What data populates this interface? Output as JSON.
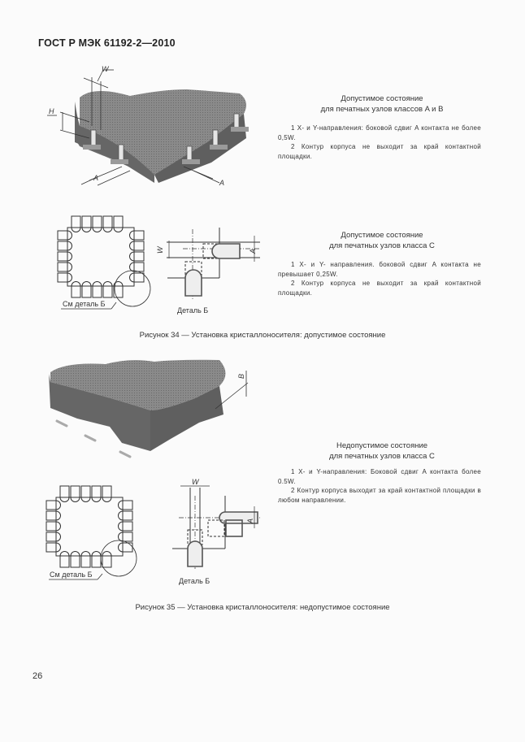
{
  "header": {
    "standard": "ГОСТ Р МЭК 61192-2—2010"
  },
  "figure34": {
    "block1": {
      "title_line1": "Допустимое состояние",
      "title_line2": "для печатных узлов классов A и B",
      "note1": "1 X- и Y-направления: боковой сдвиг A контакта не более 0,5W.",
      "note2": "2 Контур корпуса не выходит за край контактной площадки."
    },
    "block2": {
      "title_line1": "Допустимое состояние",
      "title_line2": "для печатных узлов класса C",
      "note1": "1 X- и Y- направления. боковой сдвиг A контакта не превышает 0,25W.",
      "note2": "2 Контур корпуса не выходит за край контактной площадки."
    },
    "diagram_labels": {
      "w": "W",
      "h": "H",
      "a": "A",
      "see_detail": "См деталь Б",
      "detail": "Деталь Б"
    },
    "caption": "Рисунок 34 — Установка кристаллоносителя: допустимое состояние"
  },
  "figure35": {
    "block": {
      "title_line1": "Недопустимое состояние",
      "title_line2": "для печатных узлов класса C",
      "note1": "1 X- и Y-направления: Боковой сдвиг A контакта более 0.5W.",
      "note2": "2 Контур корпуса выходит за край контактной площадки в любом направлении."
    },
    "diagram_labels": {
      "w": "W",
      "a": "A",
      "b": "B",
      "see_detail": "См деталь Б",
      "detail": "Деталь Б"
    },
    "caption": "Рисунок 35 — Установка кристаллоносителя: недопустимое состояние"
  },
  "footer": {
    "page_number": "26"
  }
}
